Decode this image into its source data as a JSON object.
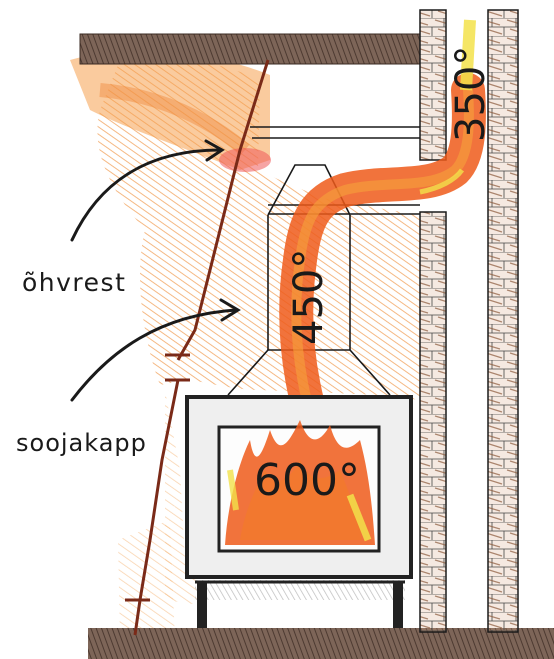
{
  "labels": {
    "ohvrest": "õhvrest",
    "soojakapp": "soojakapp"
  },
  "temperatures": {
    "chimney": "350°",
    "flue": "450°",
    "firebox": "600°"
  },
  "colors": {
    "flame": "#ee5a1a",
    "flame_light": "#f6a23a",
    "hatch_orange": "#f2a15a",
    "hatch_orange_light": "#f7c089",
    "brick": "#8b5a3c",
    "ceiling": "#6b5347",
    "vapor_line": "#7a2a18",
    "stove_frame": "#222222",
    "yellow": "#f3e24a"
  }
}
